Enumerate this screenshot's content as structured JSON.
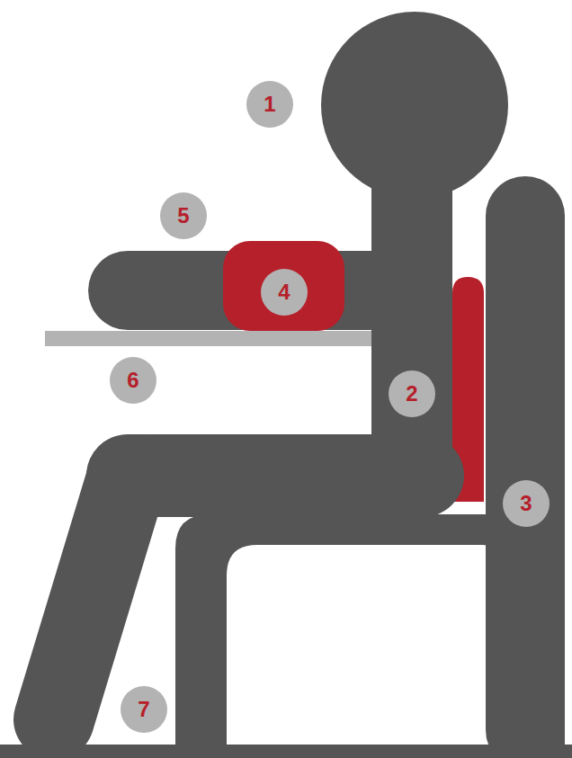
{
  "diagram": {
    "labels": [
      "1",
      "5",
      "4",
      "6",
      "2",
      "3",
      "7"
    ]
  }
}
